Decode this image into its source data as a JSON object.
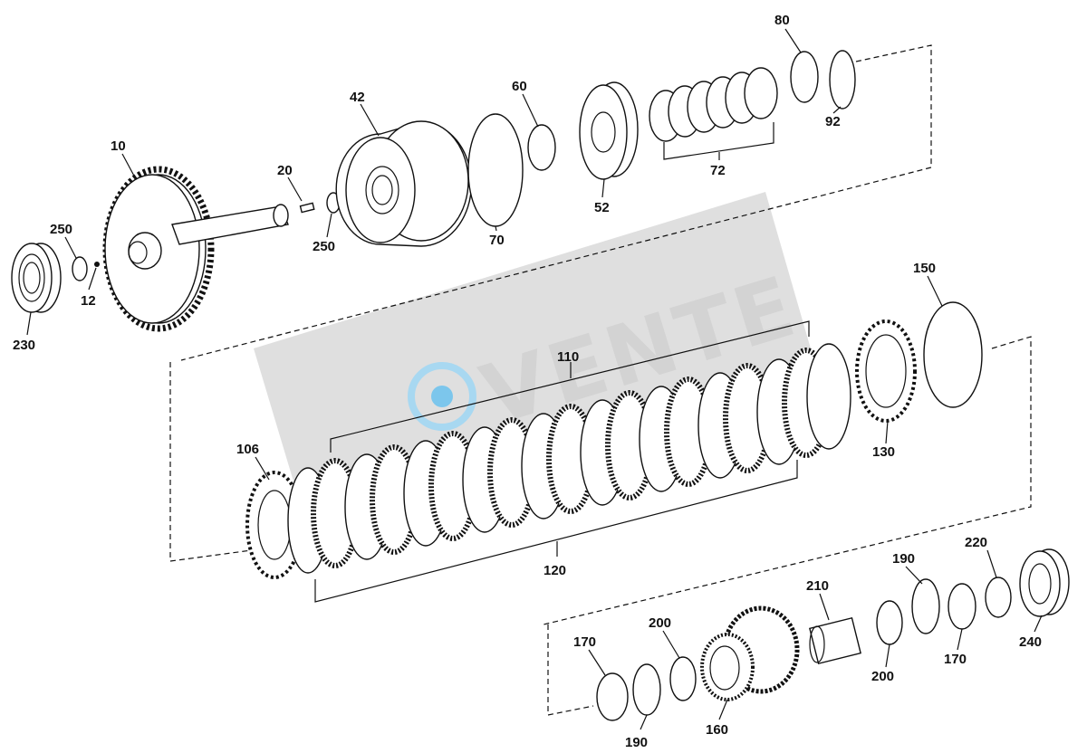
{
  "watermark": {
    "text": "VENTE",
    "brand_color": "#cfcfcf",
    "accent_color": "#6ec0ea"
  },
  "labels": {
    "p10": "10",
    "p12": "12",
    "p20": "20",
    "p42": "42",
    "p52": "52",
    "p60": "60",
    "p70": "70",
    "p72": "72",
    "p80": "80",
    "p92": "92",
    "p106": "106",
    "p110": "110",
    "p120": "120",
    "p130": "130",
    "p150": "150",
    "p160": "160",
    "p170a": "170",
    "p170b": "170",
    "p190a": "190",
    "p190b": "190",
    "p200a": "200",
    "p200b": "200",
    "p210": "210",
    "p220": "220",
    "p230": "230",
    "p240": "240",
    "p250a": "250",
    "p250b": "250"
  }
}
